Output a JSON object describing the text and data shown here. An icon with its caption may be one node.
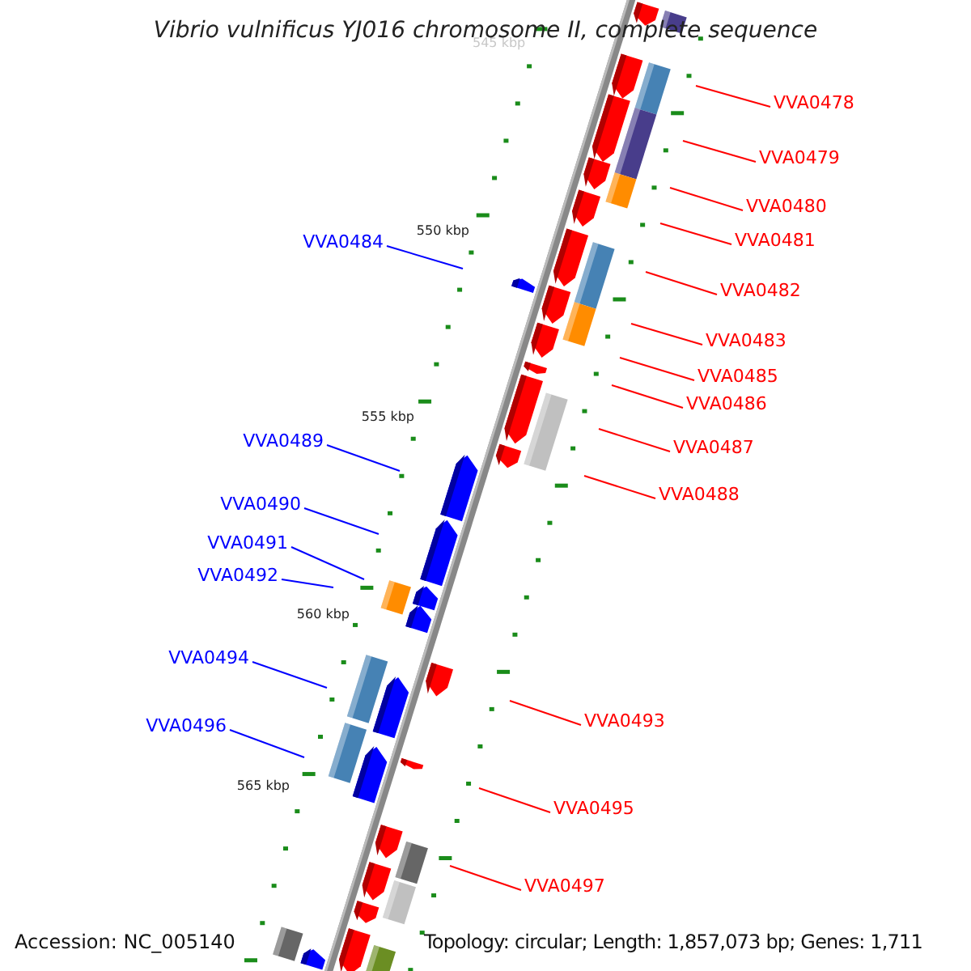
{
  "diagram": {
    "title": "Vibrio vulnificus YJ016 chromosome II, complete sequence",
    "nodes": [
      {
        "text": [
          "VVA0478"
        ]
      },
      {
        "text": [
          "VVA0479"
        ]
      },
      {
        "text": [
          "VVA0480"
        ]
      },
      {
        "text": [
          "VVA0481"
        ]
      },
      {
        "text": [
          "VVA0484"
        ]
      },
      {
        "text": [
          "VVA0482"
        ]
      },
      {
        "text": [
          "VVA0483"
        ]
      },
      {
        "text": [
          "VVA0485"
        ]
      },
      {
        "text": [
          "VVA0486"
        ]
      },
      {
        "text": [
          "VVA0489"
        ]
      },
      {
        "text": [
          "VVA0487"
        ]
      },
      {
        "text": [
          "VVA0488"
        ]
      },
      {
        "text": [
          "VVA0490"
        ]
      },
      {
        "text": [
          "VVA0491"
        ]
      },
      {
        "text": [
          "VVA0492"
        ]
      },
      {
        "text": [
          "VVA0494"
        ]
      },
      {
        "text": [
          "VVA0493"
        ]
      },
      {
        "text": [
          "VVA0496"
        ]
      },
      {
        "text": [
          "VVA0495"
        ]
      },
      {
        "text": [
          "VVA0497"
        ]
      }
    ],
    "edges": [
      {
        "from": 0,
        "to": null,
        "arrow": "none"
      },
      {
        "from": 1,
        "to": null,
        "arrow": "none"
      },
      {
        "from": 2,
        "to": null,
        "arrow": "none"
      },
      {
        "from": 3,
        "to": null,
        "arrow": "none"
      },
      {
        "from": 4,
        "to": null,
        "arrow": "none",
        "color": "#0000ff"
      },
      {
        "from": 5,
        "to": null,
        "arrow": "none"
      },
      {
        "from": 6,
        "to": null,
        "arrow": "none"
      },
      {
        "from": 7,
        "to": null,
        "arrow": "none"
      },
      {
        "from": 8,
        "to": null,
        "arrow": "none"
      },
      {
        "from": 9,
        "to": null,
        "arrow": "none",
        "color": "#0000ff"
      },
      {
        "from": 10,
        "to": null,
        "arrow": "none"
      },
      {
        "from": 11,
        "to": null,
        "arrow": "none"
      },
      {
        "from": 12,
        "to": null,
        "arrow": "none",
        "color": "#0000ff"
      },
      {
        "from": 13,
        "to": null,
        "arrow": "none",
        "color": "#0000ff"
      },
      {
        "from": 14,
        "to": null,
        "arrow": "none",
        "color": "#0000ff"
      },
      {
        "from": 15,
        "to": null,
        "arrow": "none",
        "color": "#0000ff"
      },
      {
        "from": 16,
        "to": null,
        "arrow": "none"
      },
      {
        "from": 17,
        "to": null,
        "arrow": "none",
        "color": "#0000ff"
      },
      {
        "from": 18,
        "to": null,
        "arrow": "none"
      },
      {
        "from": 19,
        "to": null,
        "arrow": "none"
      }
    ],
    "labels": [
      "545 kbp",
      "550 kbp",
      "555 kbp",
      "560 kbp",
      "565 kbp",
      "Accession: NC_005140",
      "Topology: circular; Length: 1,857,073 bp; Genes: 1,711"
    ]
  }
}
